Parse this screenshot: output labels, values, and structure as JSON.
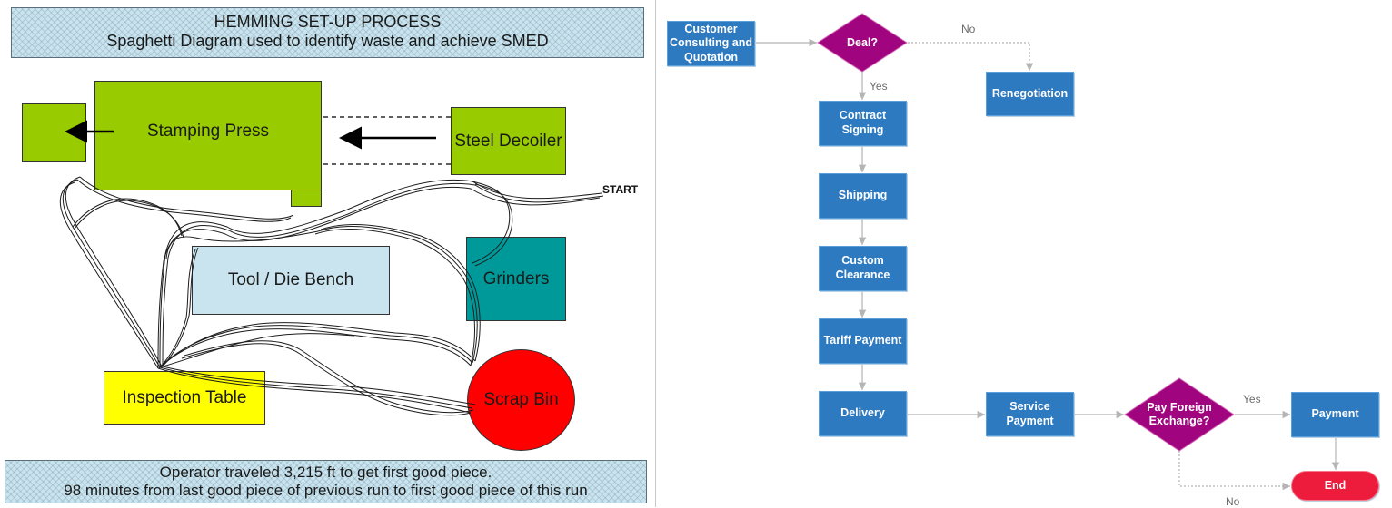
{
  "spaghetti": {
    "title_line1": "HEMMING SET-UP PROCESS",
    "title_line2": "Spaghetti Diagram used to identify waste and achieve SMED",
    "stations": {
      "stamping_press": "Stamping Press",
      "steel_decoiler": "Steel Decoiler",
      "tool_die_bench": "Tool / Die Bench",
      "grinders": "Grinders",
      "inspection_table": "Inspection Table",
      "scrap_bin": "Scrap Bin"
    },
    "start_label": "START",
    "footer_line1": "Operator traveled 3,215 ft to get first good piece.",
    "footer_line2": "98 minutes from last good piece of previous run to first good piece of this run",
    "colors": {
      "press_green": "#99cc00",
      "grinders_teal": "#009999",
      "inspection_yellow": "#ffff00",
      "scrap_red": "#ff0000",
      "bench_blue": "#c9e4ee"
    }
  },
  "flowchart": {
    "nodes": {
      "customer": "Customer Consulting and Quotation",
      "deal": "Deal?",
      "renegotiation": "Renegotiation",
      "contract": "Contract Signing",
      "shipping": "Shipping",
      "custom": "Custom Clearance",
      "tariff": "Tariff Payment",
      "delivery": "Delivery",
      "service": "Service Payment",
      "forex": "Pay Foreign Exchange?",
      "payment": "Payment",
      "end": "End"
    },
    "edge_labels": {
      "deal_no": "No",
      "deal_yes": "Yes",
      "forex_yes": "Yes",
      "forex_no": "No"
    },
    "colors": {
      "process_blue": "#2e7ac1",
      "decision_purple": "#a0057f",
      "end_red": "#ee1c3c",
      "connector_gray": "#b5b5b5"
    }
  }
}
